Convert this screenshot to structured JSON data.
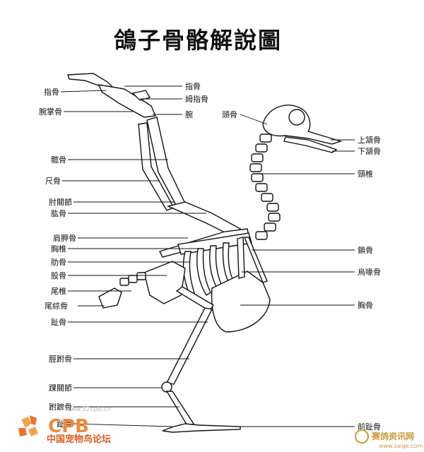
{
  "title": "鴿子骨骼解說圖",
  "left_labels": [
    "指骨",
    "腕掌骨",
    "髋骨",
    "尺骨",
    "肘關節",
    "肱骨",
    "肩胛骨",
    "胸椎",
    "肋骨",
    "股骨",
    "尾椎",
    "尾綜骨",
    "趾骨",
    "脛跗骨",
    "踝關節",
    "跗蹠骨",
    "趾骨"
  ],
  "right_labels": [
    "指骨",
    "姆指骨",
    "腕",
    "頭骨",
    "上頷骨",
    "下頷骨",
    "頸椎",
    "鎖骨",
    "烏喙骨",
    "胸骨",
    "前趾骨"
  ],
  "watermarks": {
    "left_url": "www.52cpb.cn",
    "left_brand": "CPB",
    "left_site": "中国宠物鸟论坛",
    "right_site": "赛鸽资讯网",
    "right_url": "www.saige.com"
  }
}
